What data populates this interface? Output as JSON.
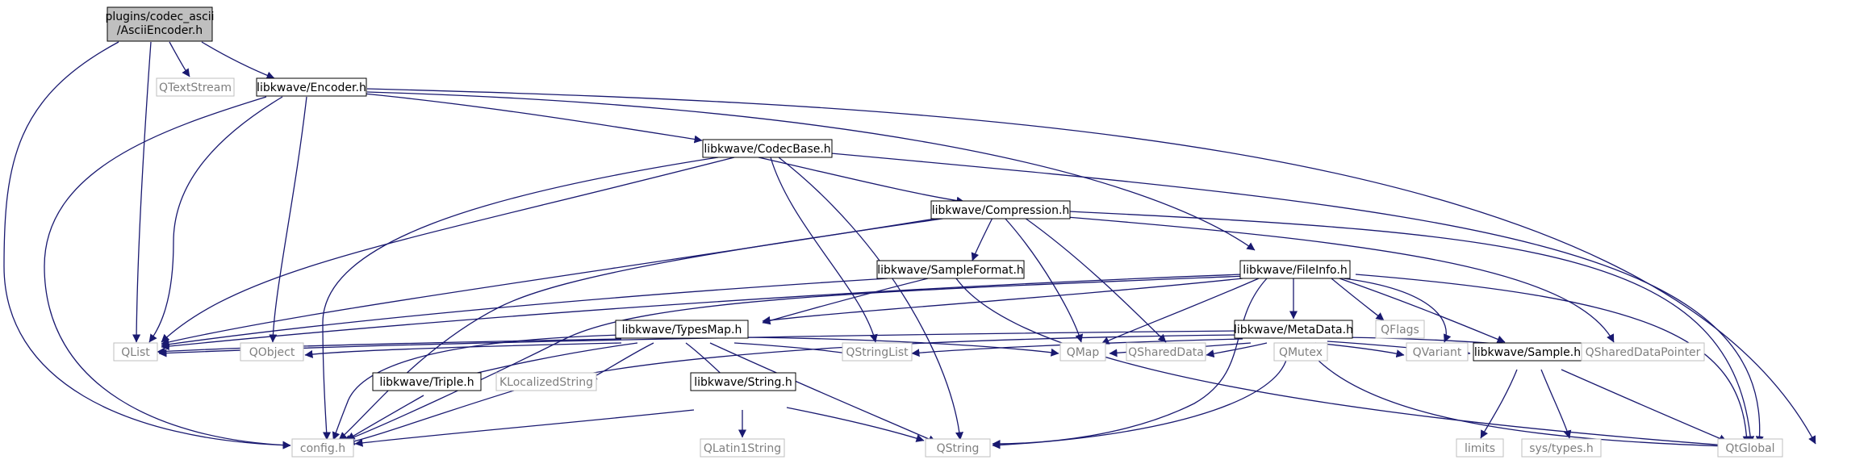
{
  "colors": {
    "edge": "#191970",
    "root_fill": "#bfbfbf",
    "solid_border": "#000000",
    "gray_border": "#bfbfbf",
    "gray_text": "#7f7f7f",
    "background": "#ffffff"
  },
  "nodes": {
    "root": {
      "lines": [
        "plugins/codec_ascii",
        "/AsciiEncoder.h"
      ]
    },
    "encoder": {
      "label": "libkwave/Encoder.h"
    },
    "qtextstream": {
      "label": "QTextStream"
    },
    "codecbase": {
      "label": "libkwave/CodecBase.h"
    },
    "compression": {
      "label": "libkwave/Compression.h"
    },
    "sampleformat": {
      "label": "libkwave/SampleFormat.h"
    },
    "fileinfo": {
      "label": "libkwave/FileInfo.h"
    },
    "qflags": {
      "label": "QFlags"
    },
    "typesmap": {
      "label": "libkwave/TypesMap.h"
    },
    "metadata": {
      "label": "libkwave/MetaData.h"
    },
    "qlist": {
      "label": "QList"
    },
    "qobject": {
      "label": "QObject"
    },
    "triple": {
      "label": "libkwave/Triple.h"
    },
    "klocalizedstring": {
      "label": "KLocalizedString"
    },
    "string": {
      "label": "libkwave/String.h"
    },
    "qstringlist": {
      "label": "QStringList"
    },
    "qmap": {
      "label": "QMap"
    },
    "qshareddata": {
      "label": "QSharedData"
    },
    "qmutex": {
      "label": "QMutex"
    },
    "qvariant": {
      "label": "QVariant"
    },
    "sample": {
      "label": "libkwave/Sample.h"
    },
    "qshareddatapointer": {
      "label": "QSharedDataPointer"
    },
    "config": {
      "label": "config.h"
    },
    "qlatin1string": {
      "label": "QLatin1String"
    },
    "qstring": {
      "label": "QString"
    },
    "limits": {
      "label": "limits"
    },
    "systypes": {
      "label": "sys/types.h"
    },
    "qtglobal": {
      "label": "QtGlobal"
    }
  }
}
